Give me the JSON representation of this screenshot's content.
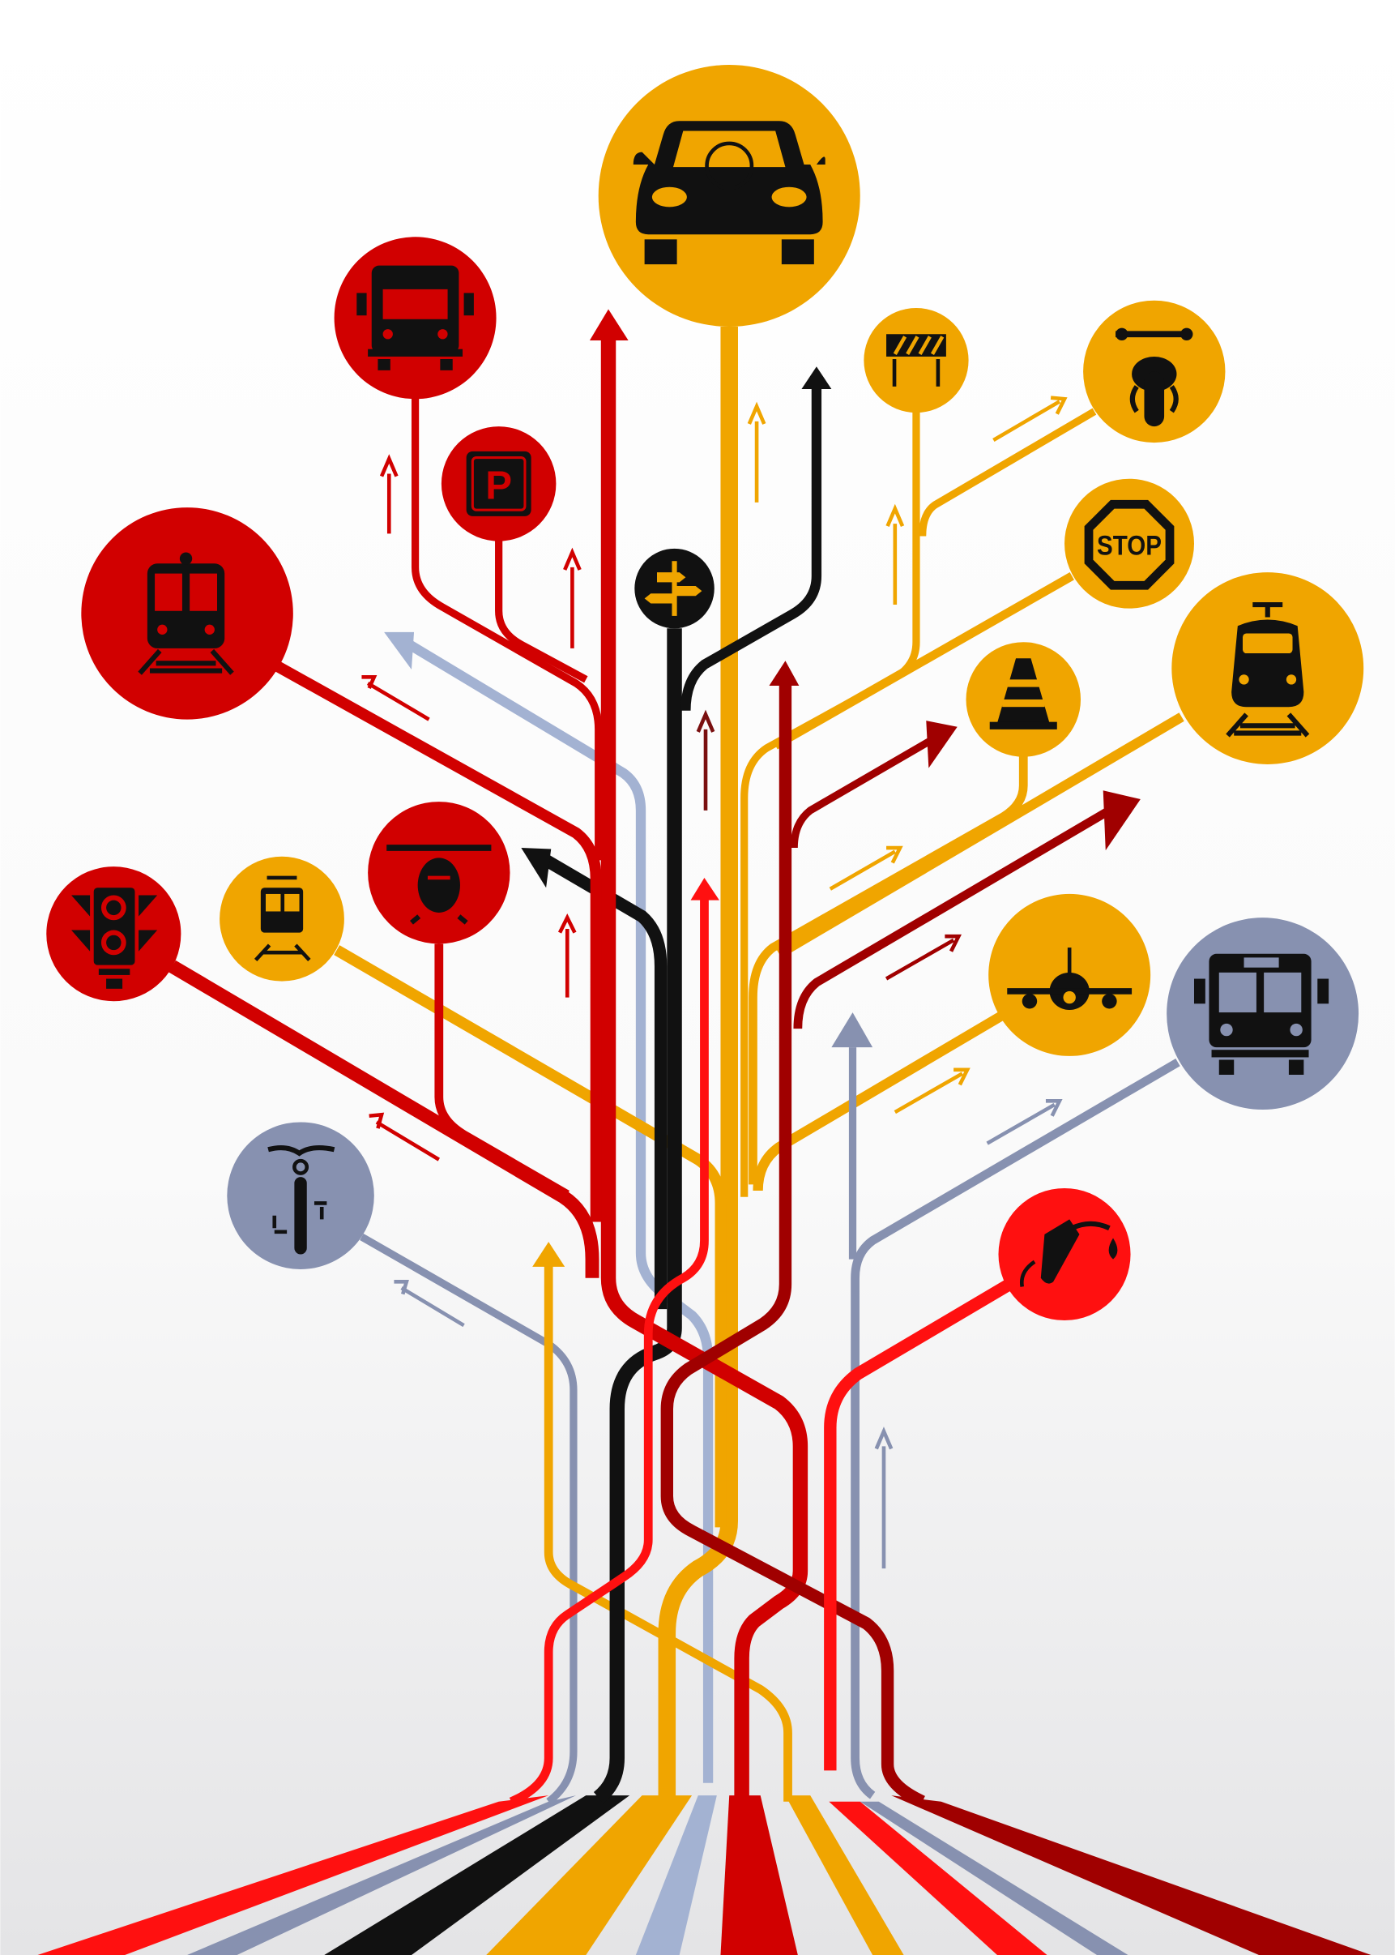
{
  "colors": {
    "orange": "#F0A500",
    "red": "#D10000",
    "dark_red": "#A00000",
    "bright_red": "#FF1010",
    "black": "#111111",
    "grey_blue": "#8791B0",
    "light_blue": "#A3B2D2",
    "background_top": "#FFFFFF",
    "background_bottom": "#E4E4E6"
  },
  "icons": [
    {
      "name": "car",
      "color": "orange"
    },
    {
      "name": "truck",
      "color": "red"
    },
    {
      "name": "parking",
      "color": "red"
    },
    {
      "name": "train",
      "color": "red"
    },
    {
      "name": "signpost",
      "color": "black"
    },
    {
      "name": "road-barrier",
      "color": "orange"
    },
    {
      "name": "motorcycle",
      "color": "orange"
    },
    {
      "name": "stop-sign",
      "color": "orange"
    },
    {
      "name": "tram",
      "color": "orange"
    },
    {
      "name": "traffic-cone",
      "color": "orange"
    },
    {
      "name": "helicopter",
      "color": "red"
    },
    {
      "name": "cable-car",
      "color": "orange"
    },
    {
      "name": "traffic-light",
      "color": "red"
    },
    {
      "name": "airplane",
      "color": "orange"
    },
    {
      "name": "bus",
      "color": "grey_blue"
    },
    {
      "name": "bicycle",
      "color": "grey_blue"
    },
    {
      "name": "fuel-pump",
      "color": "bright_red"
    }
  ],
  "signs": {
    "parking": "P",
    "stop": "STOP"
  }
}
